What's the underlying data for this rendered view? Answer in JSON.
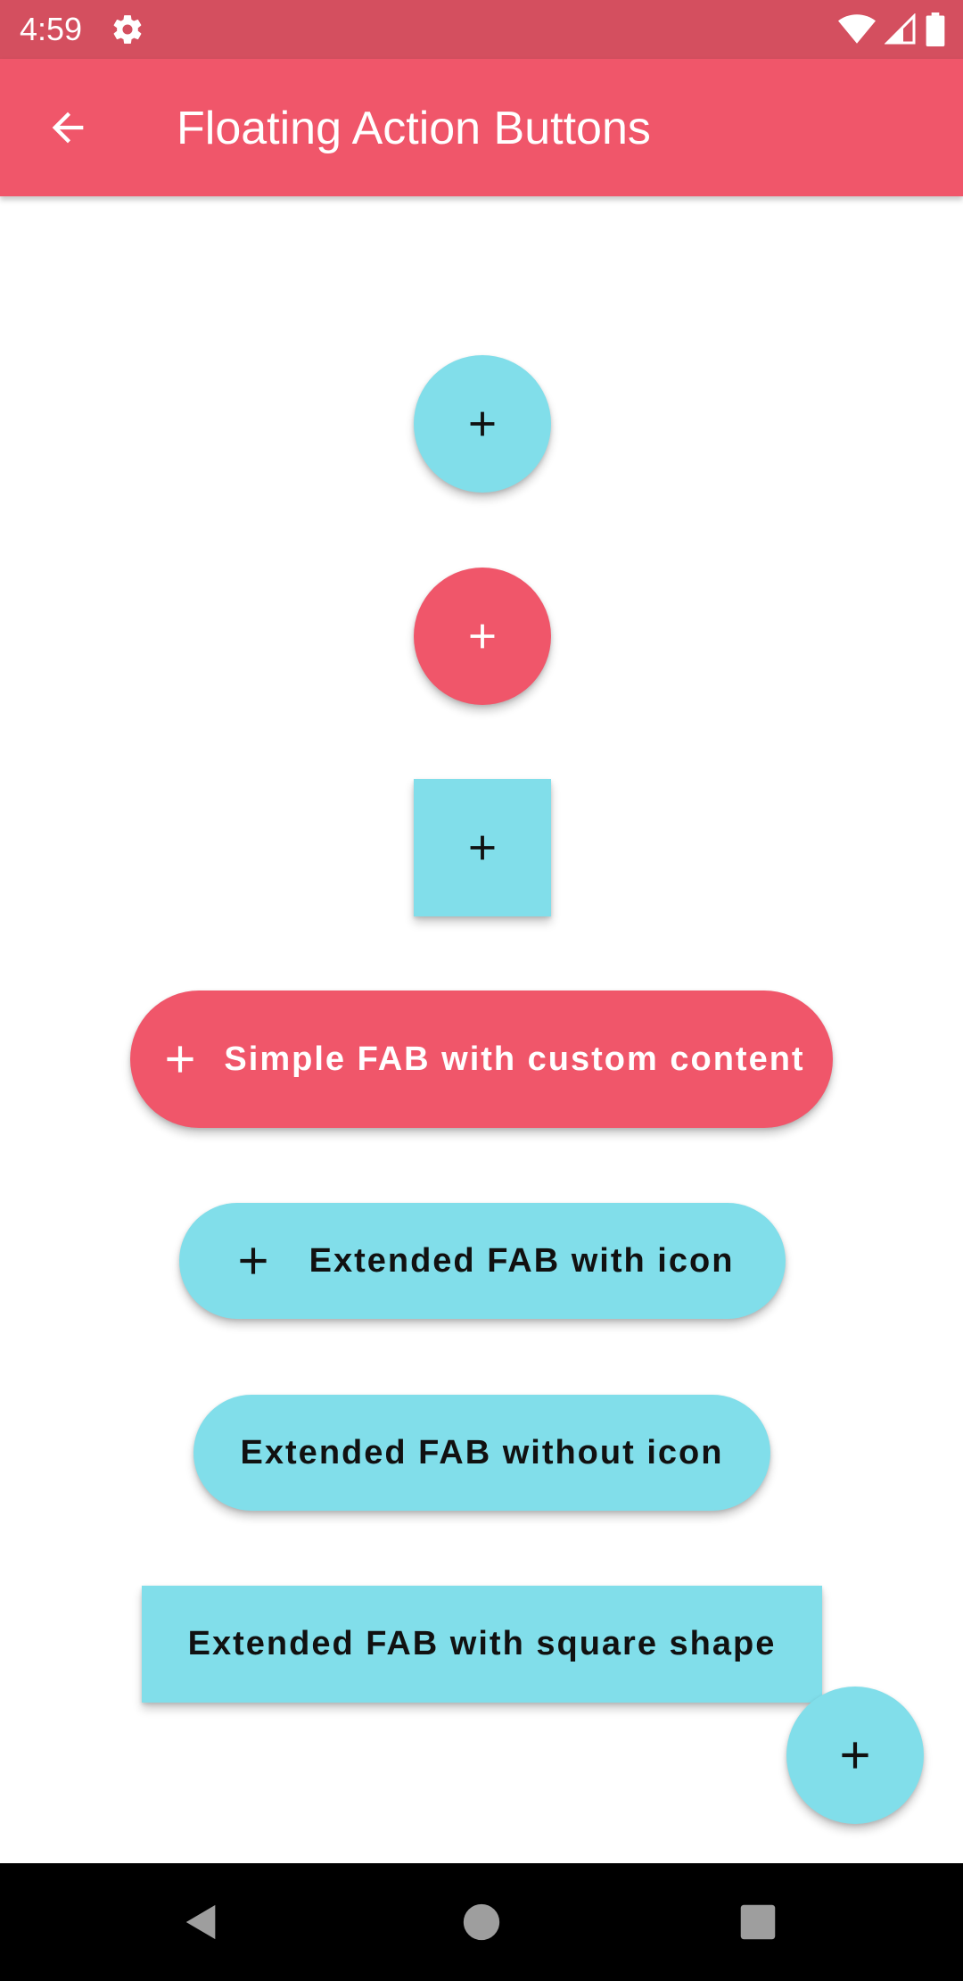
{
  "status_bar": {
    "time": "4:59",
    "icons": [
      "gear-icon",
      "wifi-icon",
      "signal-icon",
      "battery-icon"
    ]
  },
  "app_bar": {
    "title": "Floating Action Buttons",
    "back_icon": "arrow-back-icon"
  },
  "fabs": {
    "simple_custom_content_label": "Simple FAB with custom content",
    "extended_with_icon_label": "Extended FAB with icon",
    "extended_without_icon_label": "Extended FAB without icon",
    "extended_square_label": "Extended FAB with square shape",
    "add_icon": "plus-icon"
  },
  "nav_bar": {
    "icons": [
      "back-triangle-icon",
      "home-circle-icon",
      "recents-square-icon"
    ]
  },
  "colors": {
    "primary": "#f0566a",
    "status_bar": "#d44f5f",
    "secondary": "#81deea",
    "nav_bar": "#000000"
  }
}
